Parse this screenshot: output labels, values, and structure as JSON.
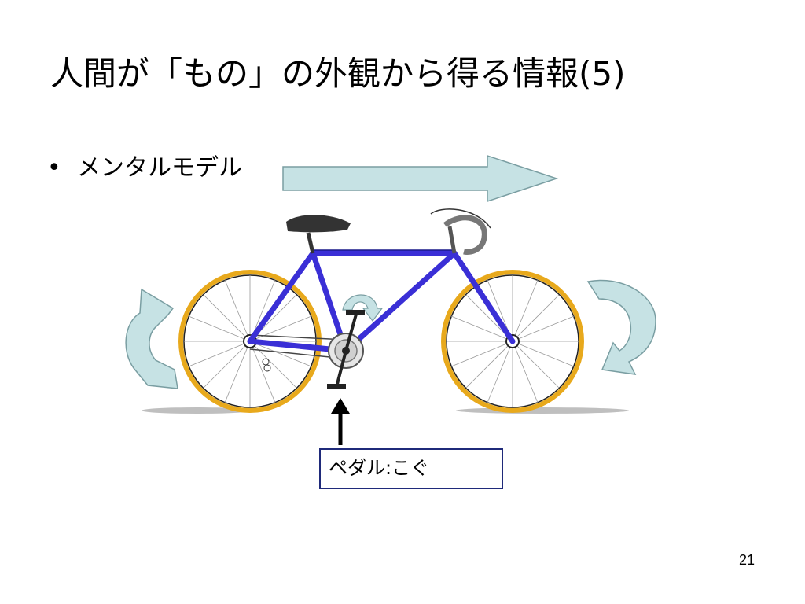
{
  "slide": {
    "title": "人間が「もの」の外観から得る情報(5)",
    "bullet_text": "メンタルモデル",
    "bullet_marker": "•",
    "pedal_label": "ペダル:こぐ",
    "page_number": "21"
  },
  "colors": {
    "arrow_fill": "#c6e2e4",
    "arrow_stroke": "#7a9ea2",
    "frame": "#3a2fd6",
    "tire": "#e8a91c",
    "saddle": "#333333"
  },
  "icons": [
    "right-arrow-icon",
    "counterclockwise-arrow-icon",
    "clockwise-arrow-icon",
    "bicycle-icon",
    "up-arrow-icon"
  ]
}
